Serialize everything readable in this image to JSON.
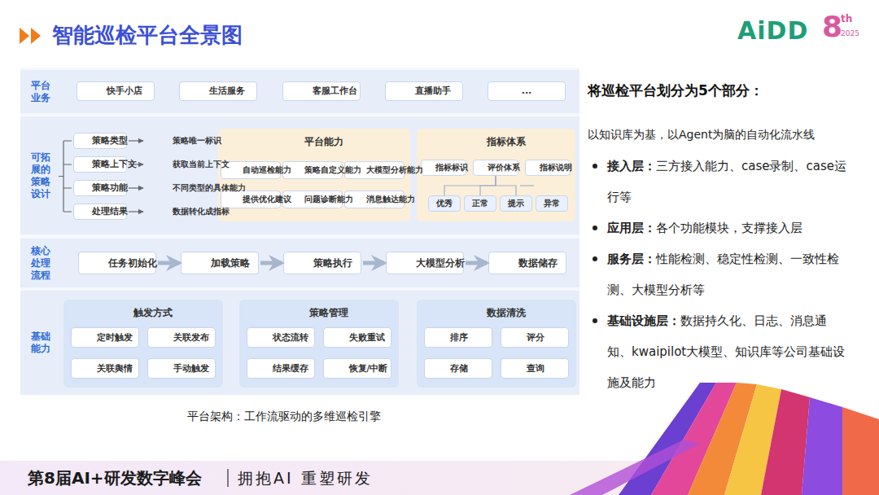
{
  "diagram": {
    "title": "智能巡检平台全景图",
    "caption": "平台架构：工作流驱动的多维巡检引擎",
    "nodes": [
      {
        "text": [
          "平台业务"
        ]
      },
      {
        "text": [
          "快手小店"
        ],
        "in": 0
      },
      {
        "text": [
          "生活服务"
        ],
        "in": 0
      },
      {
        "text": [
          "客服工作台"
        ],
        "in": 0
      },
      {
        "text": [
          "直播助手"
        ],
        "in": 0
      },
      {
        "text": [
          "..."
        ],
        "in": 0
      },
      {
        "text": [
          "可拓展的策略设计"
        ]
      },
      {
        "text": [
          "策略类型"
        ],
        "in": 6
      },
      {
        "text": [
          "策略唯一标识"
        ],
        "in": 6
      },
      {
        "text": [
          "策略上下文"
        ],
        "in": 6
      },
      {
        "text": [
          "获取当前上下文"
        ],
        "in": 6
      },
      {
        "text": [
          "策略功能"
        ],
        "in": 6
      },
      {
        "text": [
          "不同类型的具体能力"
        ],
        "in": 6
      },
      {
        "text": [
          "处理结果"
        ],
        "in": 6
      },
      {
        "text": [
          "数据转化成指标"
        ],
        "in": 6
      },
      {
        "text": [
          "平台能力"
        ],
        "in": 6
      },
      {
        "text": [
          "自动巡检能力"
        ],
        "in": 15
      },
      {
        "text": [
          "策略自定义能力"
        ],
        "in": 15
      },
      {
        "text": [
          "大模型分析能力"
        ],
        "in": 15
      },
      {
        "text": [
          "提供优化建议"
        ],
        "in": 15
      },
      {
        "text": [
          "问题诊断能力"
        ],
        "in": 15
      },
      {
        "text": [
          "消息触达能力"
        ],
        "in": 15
      },
      {
        "text": [
          "指标体系"
        ],
        "in": 6
      },
      {
        "text": [
          "指标标识"
        ],
        "in": 22
      },
      {
        "text": [
          "评价体系"
        ],
        "in": 22
      },
      {
        "text": [
          "指标说明"
        ],
        "in": 22
      },
      {
        "text": [
          "优秀"
        ],
        "in": 22
      },
      {
        "text": [
          "正常"
        ],
        "in": 22
      },
      {
        "text": [
          "提示"
        ],
        "in": 22
      },
      {
        "text": [
          "异常"
        ],
        "in": 22
      },
      {
        "text": [
          "核心处理流程"
        ]
      },
      {
        "text": [
          "任务初始化"
        ],
        "in": 30
      },
      {
        "text": [
          "加载策略"
        ],
        "in": 30
      },
      {
        "text": [
          "策略执行"
        ],
        "in": 30
      },
      {
        "text": [
          "大模型分析"
        ],
        "in": 30
      },
      {
        "text": [
          "数据储存"
        ],
        "in": 30
      },
      {
        "text": [
          "基础能力"
        ]
      },
      {
        "text": [
          "触发方式"
        ],
        "in": 36
      },
      {
        "text": [
          "定时触发"
        ],
        "in": 37
      },
      {
        "text": [
          "关联发布"
        ],
        "in": 37
      },
      {
        "text": [
          "关联舆情"
        ],
        "in": 37
      },
      {
        "text": [
          "手动触发"
        ],
        "in": 37
      },
      {
        "text": [
          "策略管理"
        ],
        "in": 36
      },
      {
        "text": [
          "状态流转"
        ],
        "in": 42
      },
      {
        "text": [
          "失败重试"
        ],
        "in": 42
      },
      {
        "text": [
          "结果缓存"
        ],
        "in": 42
      },
      {
        "text": [
          "恢复/中断"
        ],
        "in": 42
      },
      {
        "text": [
          "数据清洗"
        ],
        "in": 36
      },
      {
        "text": [
          "排序"
        ],
        "in": 47
      },
      {
        "text": [
          "评分"
        ],
        "in": 47
      },
      {
        "text": [
          "存储"
        ],
        "in": 47
      },
      {
        "text": [
          "查询"
        ],
        "in": 47
      }
    ],
    "edges": [
      {
        "from": 7,
        "to": 8,
        "arrow": "to"
      },
      {
        "from": 9,
        "to": 10,
        "arrow": "to"
      },
      {
        "from": 11,
        "to": 12,
        "arrow": "to"
      },
      {
        "from": 13,
        "to": 14,
        "arrow": "to"
      },
      {
        "from": 24,
        "to": 26,
        "arrow": "none"
      },
      {
        "from": 24,
        "to": 27,
        "arrow": "none"
      },
      {
        "from": 24,
        "to": 28,
        "arrow": "none"
      },
      {
        "from": 24,
        "to": 29,
        "arrow": "none"
      },
      {
        "from": 31,
        "to": 32,
        "arrow": "to"
      },
      {
        "from": 32,
        "to": 33,
        "arrow": "to"
      },
      {
        "from": 33,
        "to": 34,
        "arrow": "to"
      },
      {
        "from": 34,
        "to": 35,
        "arrow": "to"
      }
    ],
    "labels": [
      "AiDD",
      "8",
      "th",
      "2025",
      "将巡检平台划分为5个部分：",
      "以知识库为基，以Agent为脑的自动化流水线",
      "接入层：",
      "三方接入能力、case录制、case运行等",
      "应用层：",
      "各个功能模块，支撑接入层",
      "服务层：",
      "性能检测、稳定性检测、一致性检测、大模型分析等",
      "基础设施层：",
      "数据持久化、日志、消息通知、kwaipilot大模型、知识库等公司基础设施及能力",
      "第8届AI+研发数字峰会",
      "拥抱AI 重塑研发"
    ]
  }
}
